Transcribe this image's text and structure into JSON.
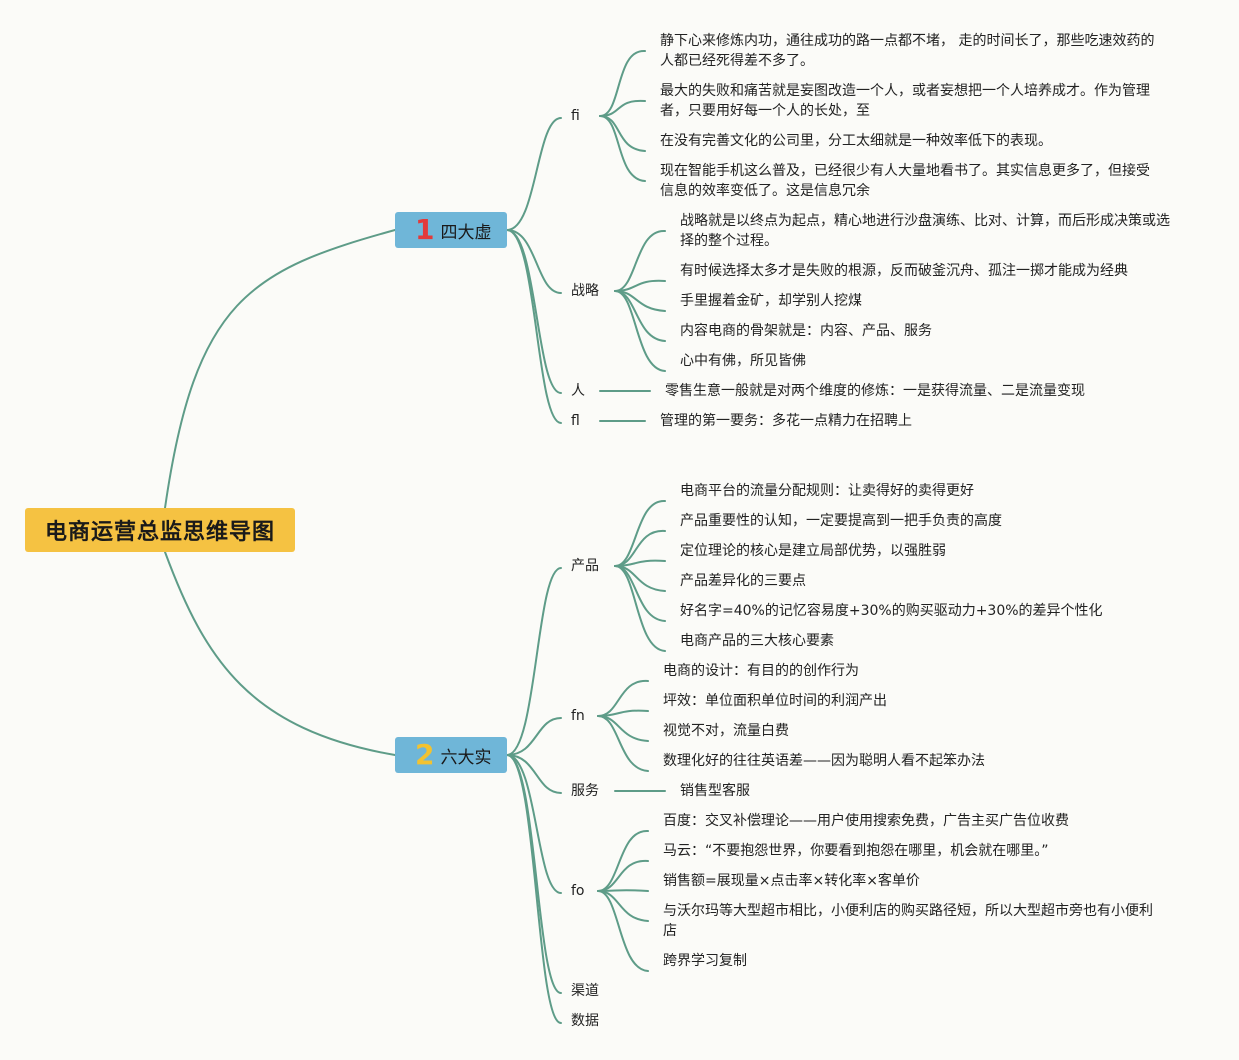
{
  "root": "电商运营总监思维导图",
  "branches": [
    {
      "num": "1",
      "label": "四大虚",
      "subs": [
        {
          "label": "fi",
          "leaves": [
            "静下心来修炼内功，通往成功的路一点都不堵， 走的时间长了，那些吃速效药的人都已经死得差不多了。",
            "最大的失败和痛苦就是妄图改造一个人，或者妄想把一个人培养成才。作为管理者，只要用好每一个人的长处，至",
            "在没有完善文化的公司里，分工太细就是一种效率低下的表现。",
            "现在智能手机这么普及，已经很少有人大量地看书了。其实信息更多了，但接受信息的效率变低了。这是信息冗余"
          ]
        },
        {
          "label": "战略",
          "leaves": [
            "战略就是以终点为起点，精心地进行沙盘演练、比对、计算，而后形成决策或选择的整个过程。",
            "有时候选择太多才是失败的根源，反而破釜沉舟、孤注一掷才能成为经典",
            "手里握着金矿，却学别人挖煤",
            "内容电商的骨架就是：内容、产品、服务",
            "心中有佛，所见皆佛"
          ]
        },
        {
          "label": "人",
          "leaves": [
            "零售生意一般就是对两个维度的修炼：一是获得流量、二是流量变现"
          ]
        },
        {
          "label": "fl",
          "leaves": [
            "管理的第一要务：多花一点精力在招聘上"
          ]
        }
      ]
    },
    {
      "num": "2",
      "label": "六大实",
      "subs": [
        {
          "label": "产品",
          "leaves": [
            "电商平台的流量分配规则：让卖得好的卖得更好",
            "产品重要性的认知，一定要提高到一把手负责的高度",
            "定位理论的核心是建立局部优势，以强胜弱",
            "产品差异化的三要点",
            "好名字=40%的记忆容易度+30%的购买驱动力+30%的差异个性化",
            "电商产品的三大核心要素"
          ]
        },
        {
          "label": "fn",
          "leaves": [
            "电商的设计：有目的的创作行为",
            "坪效：单位面积单位时间的利润产出",
            "视觉不对，流量白费",
            "数理化好的往往英语差——因为聪明人看不起笨办法"
          ]
        },
        {
          "label": "服务",
          "leaves": [
            "销售型客服"
          ]
        },
        {
          "label": "fo",
          "leaves": [
            "百度：交叉补偿理论——用户使用搜索免费，广告主买广告位收费",
            "马云：“不要抱怨世界，你要看到抱怨在哪里，机会就在哪里。”",
            "销售额=展现量×点击率×转化率×客单价",
            "与沃尔玛等大型超市相比，小便利店的购买路径短，所以大型超市旁也有小便利店",
            "跨界学习复制"
          ]
        },
        {
          "label": "渠道",
          "leaves": []
        },
        {
          "label": "数据",
          "leaves": []
        }
      ]
    }
  ],
  "colors": {
    "root_fill": "#f5c242",
    "branch_fill": "#6fb6d8",
    "line": "#5e9c88"
  }
}
